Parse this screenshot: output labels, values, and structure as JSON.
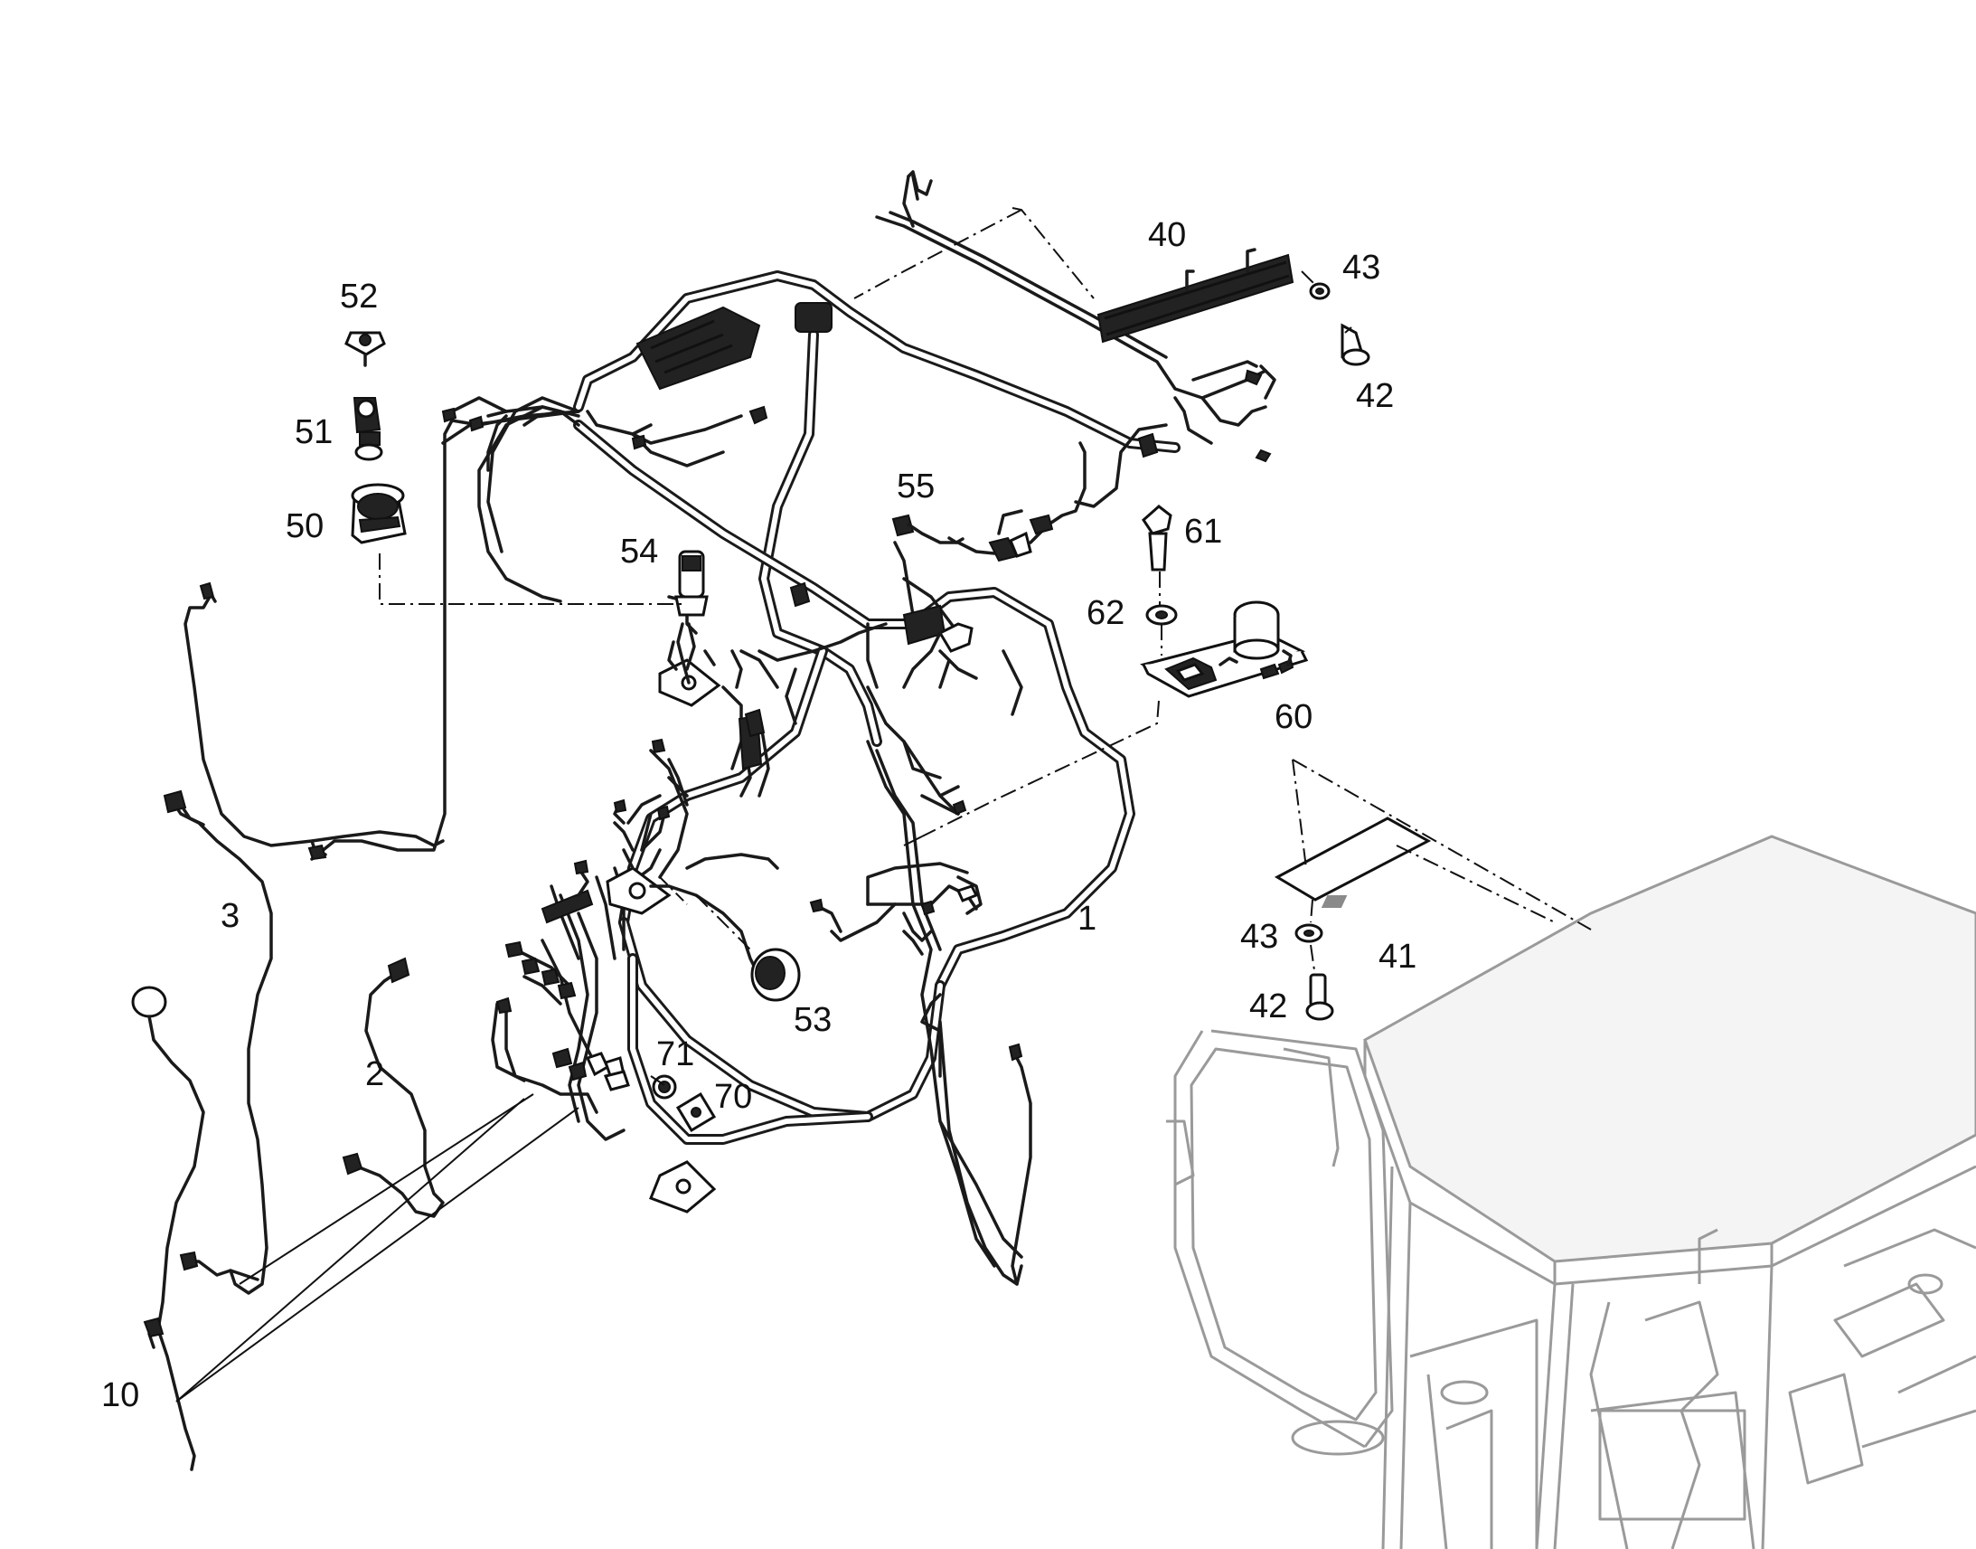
{
  "diagram": {
    "callouts": [
      {
        "id": "1",
        "text": "1"
      },
      {
        "id": "2",
        "text": "2"
      },
      {
        "id": "3",
        "text": "3"
      },
      {
        "id": "10",
        "text": "10"
      },
      {
        "id": "40",
        "text": "40"
      },
      {
        "id": "41",
        "text": "41"
      },
      {
        "id": "42a",
        "text": "42"
      },
      {
        "id": "42b",
        "text": "42"
      },
      {
        "id": "43a",
        "text": "43"
      },
      {
        "id": "43b",
        "text": "43"
      },
      {
        "id": "50",
        "text": "50"
      },
      {
        "id": "51",
        "text": "51"
      },
      {
        "id": "52",
        "text": "52"
      },
      {
        "id": "53",
        "text": "53"
      },
      {
        "id": "54",
        "text": "54"
      },
      {
        "id": "55",
        "text": "55"
      },
      {
        "id": "60",
        "text": "60"
      },
      {
        "id": "61",
        "text": "61"
      },
      {
        "id": "62",
        "text": "62"
      },
      {
        "id": "70",
        "text": "70"
      },
      {
        "id": "71",
        "text": "71"
      }
    ],
    "colors": {
      "line": "#1a1a1a",
      "cab_outline": "#9a9a9a",
      "background": "#ffffff"
    }
  }
}
